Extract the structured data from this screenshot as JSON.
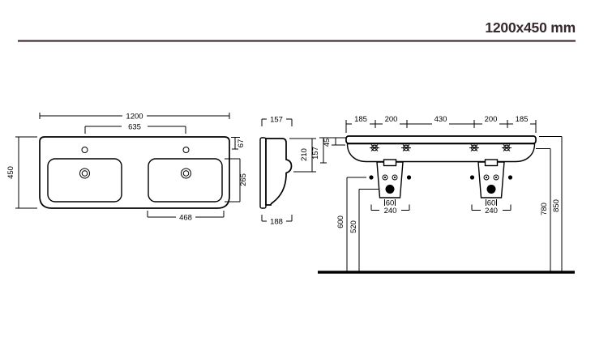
{
  "title": "1200x450 mm",
  "top_view": {
    "overall_width": "1200",
    "tap_hole_spacing": "635",
    "overall_depth": "450",
    "edge_to_bowl": "67",
    "bowl_depth": "265",
    "bowl_width": "468"
  },
  "side_view": {
    "rim_depth": "157",
    "front_height": "210",
    "base_depth": "188"
  },
  "front_view": {
    "top_dims": [
      "185",
      "200",
      "430",
      "200",
      "185"
    ],
    "rim_height": "45",
    "body_height": "157",
    "left_outlet_width": "60",
    "left_trap_width": "240",
    "right_outlet_width": "60",
    "right_trap_width": "240",
    "fixing_height": "600",
    "outlet_height": "520",
    "underside_height": "780",
    "rim_top_height": "850"
  },
  "colors": {
    "line": "#000000",
    "header_rule": "#46313a",
    "title_text": "#37292e"
  }
}
